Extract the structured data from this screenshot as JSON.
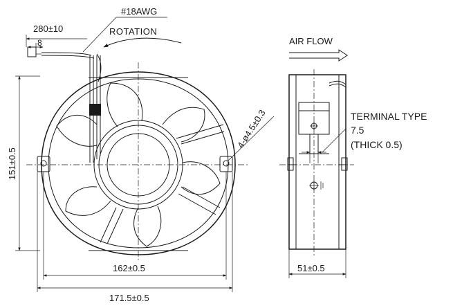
{
  "labels": {
    "wire_gauge": "#18AWG",
    "lead_length": "280±10",
    "strip_length": "8",
    "rotation": "ROTATION",
    "air_flow": "AIR FLOW",
    "mount_holes": "4-ø4.5±0.3",
    "terminal_type": "TERMINAL TYPE",
    "terminal_width": "7.5",
    "terminal_thickness": "(THICK 0.5)",
    "height": "151±0.5",
    "hole_spacing": "162±0.5",
    "overall_width": "171.5±0.5",
    "depth": "51±0.5"
  }
}
